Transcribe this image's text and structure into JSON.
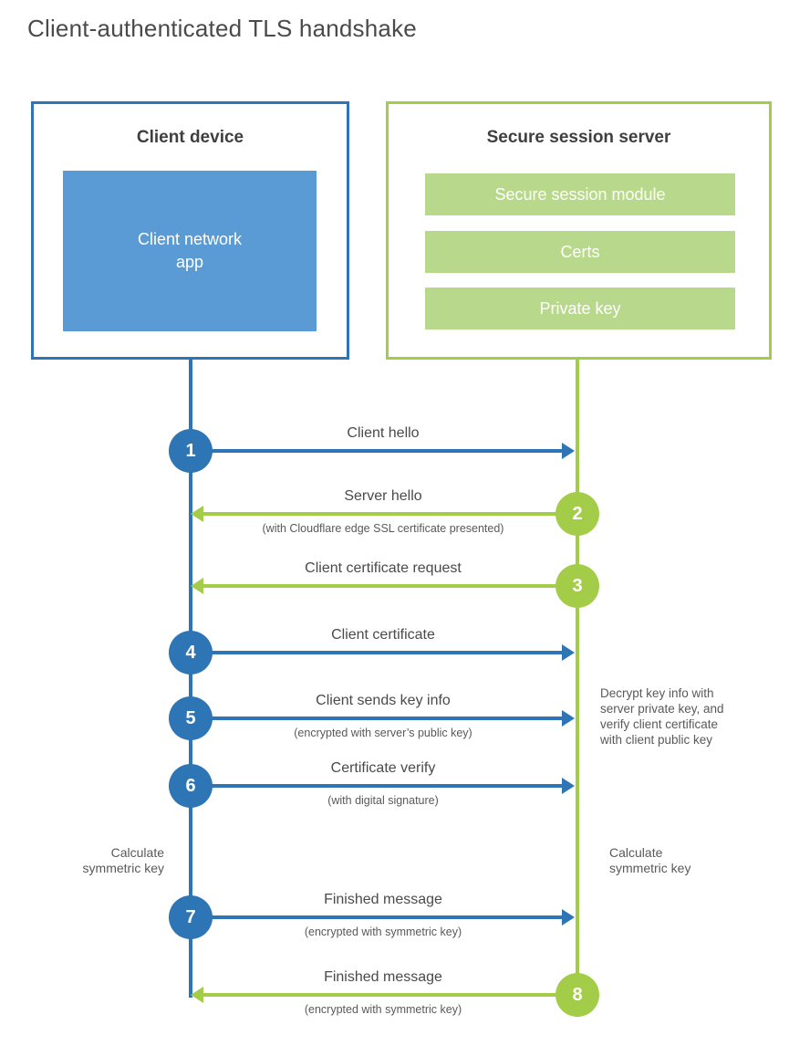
{
  "title": "Client-authenticated TLS handshake",
  "colors": {
    "blue": "#2e75b6",
    "blue_fill": "#5b9bd5",
    "green": "#a3cd49",
    "green_fill": "#b8d98b",
    "heading_text": "#3f3f3f",
    "label_text": "#4a4a4a",
    "sub_text": "#595959"
  },
  "client_box": {
    "title": "Client device",
    "app_lines": [
      "Client network",
      "app"
    ]
  },
  "server_box": {
    "title": "Secure session server",
    "modules": [
      "Secure session module",
      "Certs",
      "Private key"
    ]
  },
  "steps": [
    {
      "num": "1",
      "label": "Client hello",
      "sub": "",
      "from": "client"
    },
    {
      "num": "2",
      "label": "Server hello",
      "sub": "(with Cloudflare edge SSL certificate presented)",
      "from": "server"
    },
    {
      "num": "3",
      "label": "Client certificate request",
      "sub": "",
      "from": "server"
    },
    {
      "num": "4",
      "label": "Client certificate",
      "sub": "",
      "from": "client"
    },
    {
      "num": "5",
      "label": "Client sends key info",
      "sub": "(encrypted with server’s public key)",
      "from": "client"
    },
    {
      "num": "6",
      "label": "Certificate verify",
      "sub": "(with digital signature)",
      "from": "client"
    },
    {
      "num": "7",
      "label": "Finished message",
      "sub": "(encrypted with symmetric key)",
      "from": "client"
    },
    {
      "num": "8",
      "label": "Finished message",
      "sub": "(encrypted with symmetric key)",
      "from": "server"
    }
  ],
  "annotations": {
    "server_note_lines": [
      "Decrypt key info with",
      "server private key, and",
      "verify client certificate",
      "with client public key"
    ],
    "calc_left_lines": [
      "Calculate",
      "symmetric key"
    ],
    "calc_right_lines": [
      "Calculate",
      "symmetric key"
    ]
  }
}
